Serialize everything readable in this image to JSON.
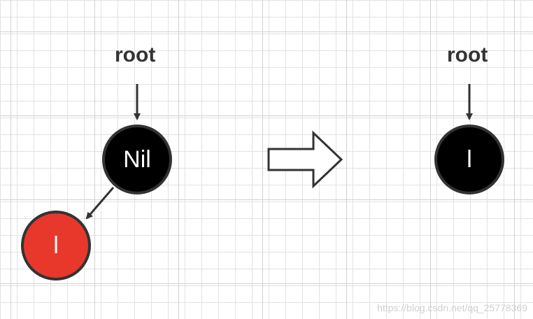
{
  "left_tree": {
    "root_label": "root",
    "root_node": {
      "label": "Nil",
      "color": "#000000"
    },
    "child_node": {
      "label": "l",
      "color": "#e8382c"
    }
  },
  "right_tree": {
    "root_label": "root",
    "root_node": {
      "label": "l",
      "color": "#000000"
    }
  },
  "transition_arrow": {
    "icon": "hollow-right-arrow-icon"
  },
  "watermark": "https://blog.csdn.net/qq_25778369",
  "colors": {
    "stroke": "#333333",
    "grid": "#e2e2e2",
    "red_node": "#e8382c",
    "black_node": "#000000"
  }
}
